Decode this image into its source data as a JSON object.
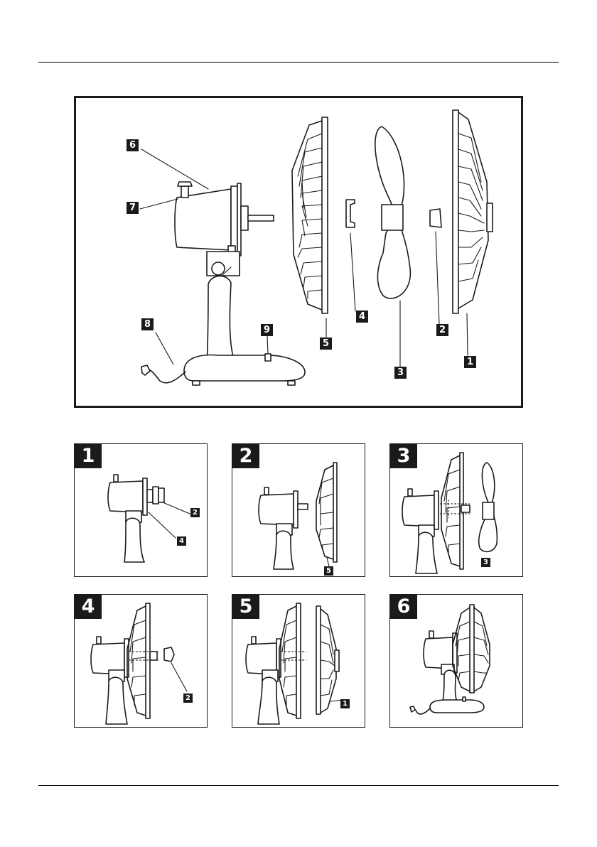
{
  "main_figure": {
    "callouts": {
      "c1": "1",
      "c2": "2",
      "c3": "3",
      "c4": "4",
      "c5": "5",
      "c6": "6",
      "c7": "7",
      "c8": "8",
      "c9": "9"
    }
  },
  "steps": [
    {
      "number": "1",
      "callouts": [
        "2",
        "4"
      ]
    },
    {
      "number": "2",
      "callouts": [
        "5"
      ]
    },
    {
      "number": "3",
      "callouts": [
        "3"
      ]
    },
    {
      "number": "4",
      "callouts": [
        "2"
      ]
    },
    {
      "number": "5",
      "callouts": [
        "1"
      ]
    },
    {
      "number": "6",
      "callouts": []
    }
  ]
}
